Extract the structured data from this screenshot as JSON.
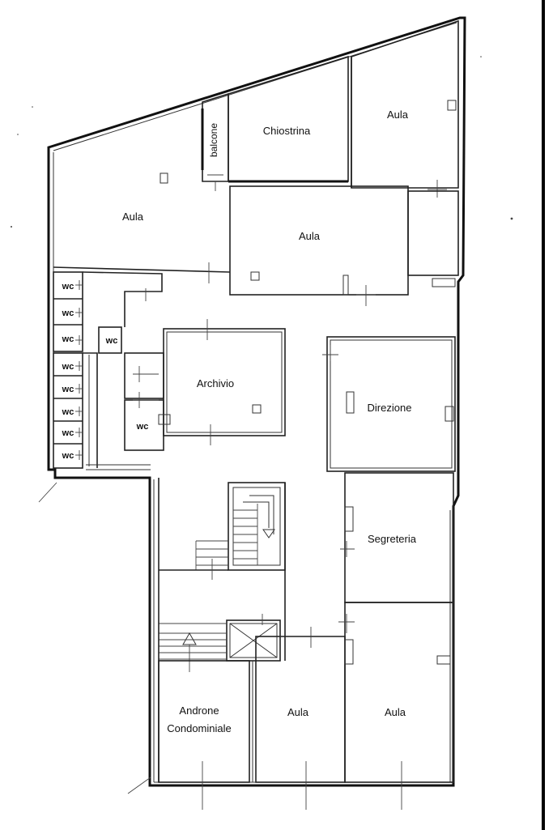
{
  "rooms": {
    "aula_top_right": "Aula",
    "chiostrina": "Chiostrina",
    "balcone": "balcone",
    "aula_left": "Aula",
    "aula_center": "Aula",
    "archivio": "Archivio",
    "direzione": "Direzione",
    "segreteria": "Segreteria",
    "androne_line1": "Androne",
    "androne_line2": "Condominiale",
    "aula_bottom_center": "Aula",
    "aula_bottom_right": "Aula"
  },
  "wc_label": "wc"
}
